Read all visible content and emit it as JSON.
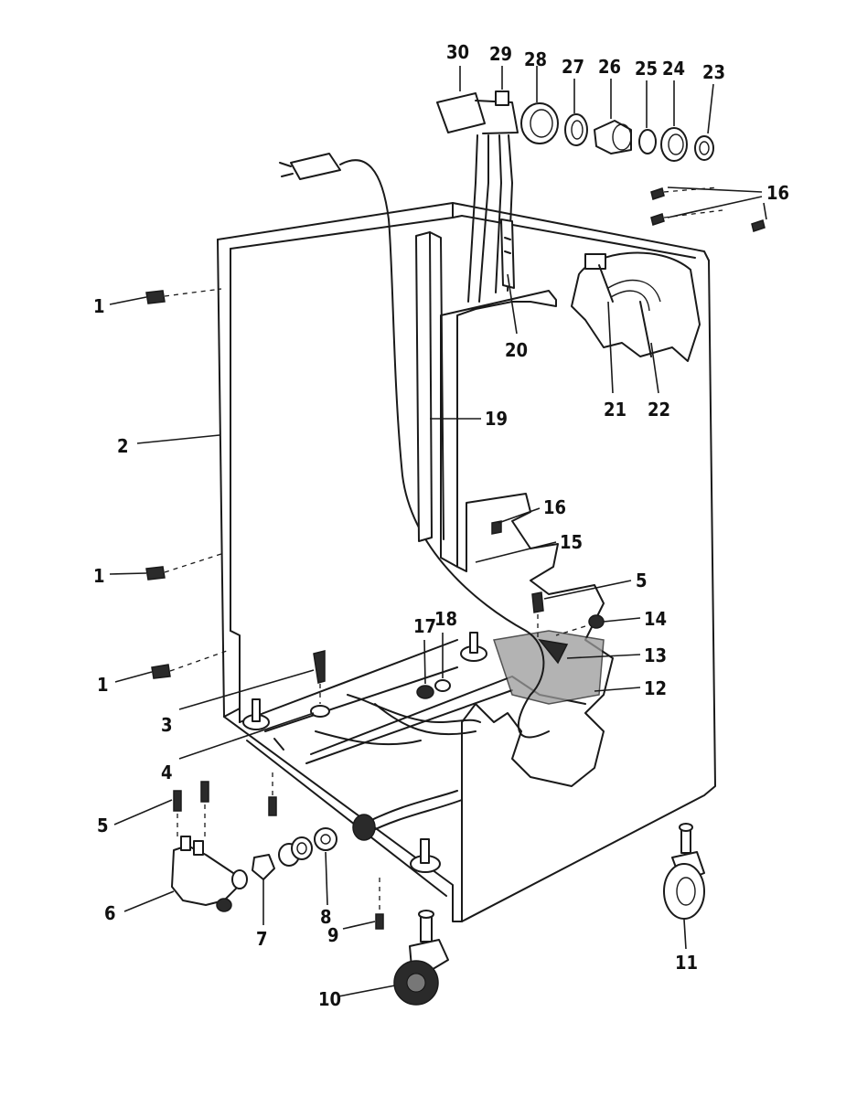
{
  "callouts": [
    {
      "id": "c30",
      "text": "30"
    },
    {
      "id": "c29",
      "text": "29"
    },
    {
      "id": "c28",
      "text": "28"
    },
    {
      "id": "c27",
      "text": "27"
    },
    {
      "id": "c26",
      "text": "26"
    },
    {
      "id": "c25",
      "text": "25"
    },
    {
      "id": "c24",
      "text": "24"
    },
    {
      "id": "c23",
      "text": "23"
    },
    {
      "id": "c16a",
      "text": "16"
    },
    {
      "id": "c1a",
      "text": "1"
    },
    {
      "id": "c20",
      "text": "20"
    },
    {
      "id": "c21",
      "text": "21"
    },
    {
      "id": "c22",
      "text": "22"
    },
    {
      "id": "c2",
      "text": "2"
    },
    {
      "id": "c19",
      "text": "19"
    },
    {
      "id": "c16b",
      "text": "16"
    },
    {
      "id": "c15",
      "text": "15"
    },
    {
      "id": "c1b",
      "text": "1"
    },
    {
      "id": "c5a",
      "text": "5"
    },
    {
      "id": "c17",
      "text": "17"
    },
    {
      "id": "c18",
      "text": "18"
    },
    {
      "id": "c14",
      "text": "14"
    },
    {
      "id": "c13",
      "text": "13"
    },
    {
      "id": "c1c",
      "text": "1"
    },
    {
      "id": "c12",
      "text": "12"
    },
    {
      "id": "c3",
      "text": "3"
    },
    {
      "id": "c4",
      "text": "4"
    },
    {
      "id": "c5b",
      "text": "5"
    },
    {
      "id": "c6",
      "text": "6"
    },
    {
      "id": "c8",
      "text": "8"
    },
    {
      "id": "c7",
      "text": "7"
    },
    {
      "id": "c9",
      "text": "9"
    },
    {
      "id": "c11",
      "text": "11"
    },
    {
      "id": "c10",
      "text": "10"
    }
  ]
}
